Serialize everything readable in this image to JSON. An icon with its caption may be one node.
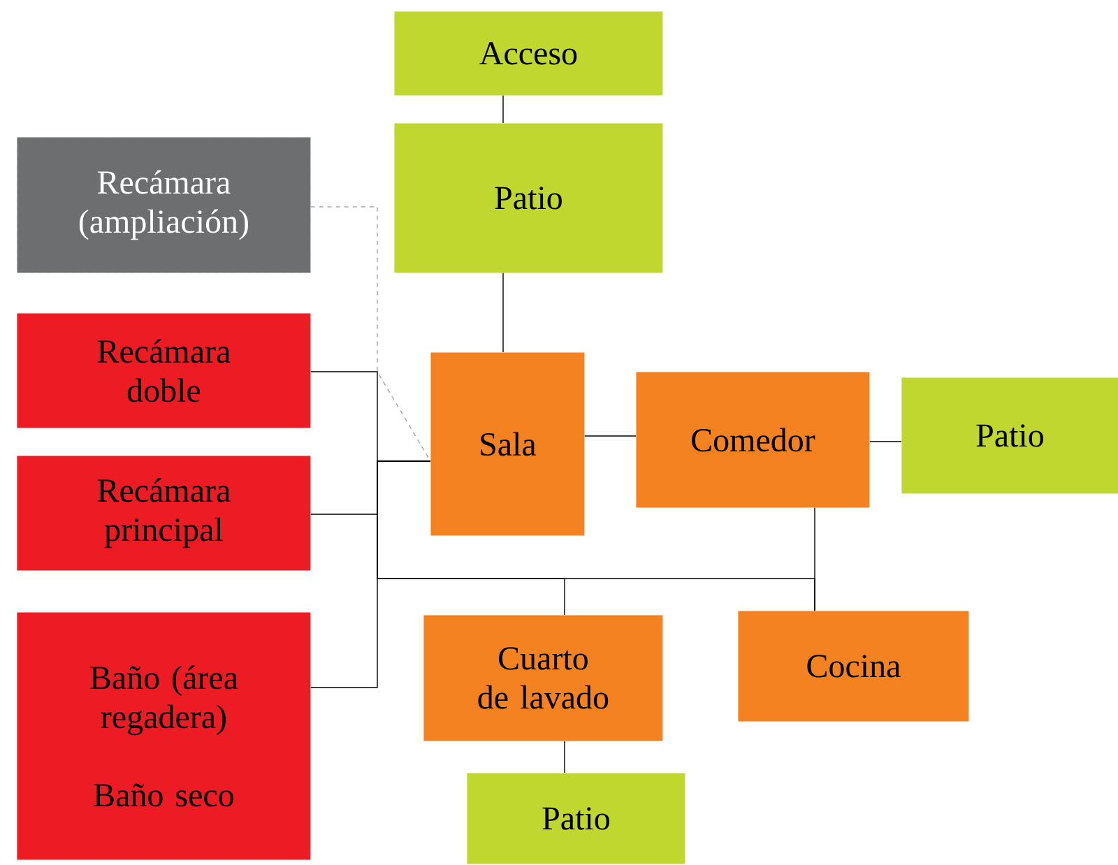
{
  "diagram": {
    "nodes": [
      {
        "text": [
          "Acceso"
        ]
      },
      {
        "text": [
          "Patio"
        ]
      },
      {
        "text": [
          "Recámara (ampliación)"
        ]
      },
      {
        "text": [
          "Recámara doble"
        ]
      },
      {
        "text": [
          "Sala"
        ]
      },
      {
        "text": [
          "Comedor"
        ]
      },
      {
        "text": [
          "Patio"
        ]
      },
      {
        "text": [
          "Recámara principal"
        ]
      },
      {
        "text": [
          "Baño (área regadera)",
          "Baño seco"
        ]
      },
      {
        "text": [
          "Cuarto de lavado"
        ]
      },
      {
        "text": [
          "Cocina"
        ]
      },
      {
        "text": [
          "Patio"
        ]
      }
    ],
    "edges": [
      {
        "from": 0,
        "to": 1,
        "arrow": "none"
      },
      {
        "from": 1,
        "to": 4,
        "arrow": "none"
      },
      {
        "from": 4,
        "to": 5,
        "arrow": "none"
      },
      {
        "from": 5,
        "to": 6,
        "arrow": "none"
      },
      {
        "from": 2,
        "to": 4,
        "arrow": "none",
        "style": "dashed",
        "color": "#a6a6a6"
      },
      {
        "from": 3,
        "to": 4,
        "arrow": "none"
      },
      {
        "from": 7,
        "to": 4,
        "arrow": "none"
      },
      {
        "from": 8,
        "to": 4,
        "arrow": "none"
      },
      {
        "from": 4,
        "to": 9,
        "arrow": "none"
      },
      {
        "from": 4,
        "to": 10,
        "arrow": "none"
      },
      {
        "from": 5,
        "to": 10,
        "arrow": "none"
      },
      {
        "from": 9,
        "to": 11,
        "arrow": "none"
      }
    ]
  }
}
